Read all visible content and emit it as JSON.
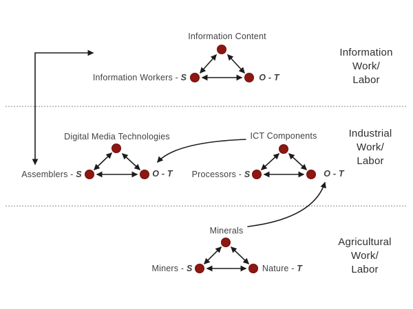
{
  "colors": {
    "background": "#ffffff",
    "node": "#8e1712",
    "node_border": "#6b0e0a",
    "arrow": "#1c1c1c",
    "separator": "#c2c2c2",
    "label_text": "#3f3f3f",
    "section_text": "#2d2d2d"
  },
  "sections": [
    {
      "id": "information",
      "lines": [
        "Information",
        "Work/",
        "Labor"
      ]
    },
    {
      "id": "industrial",
      "lines": [
        "Industrial",
        "Work/",
        "Labor"
      ]
    },
    {
      "id": "agricultural",
      "lines": [
        "Agricultural",
        "Work/",
        "Labor"
      ]
    }
  ],
  "triangles": [
    {
      "id": "information-content",
      "title": "Information Content",
      "left": {
        "pre": "Information Workers -",
        "em": " S"
      },
      "right": {
        "pre": "",
        "em": "O - T"
      }
    },
    {
      "id": "digital-media-technologies",
      "title": "Digital Media Technologies",
      "left": {
        "pre": "Assemblers -",
        "em": " S"
      },
      "right": {
        "pre": "",
        "em": "O - T"
      }
    },
    {
      "id": "ict-components",
      "title": "ICT Components",
      "left": {
        "pre": "Processors -",
        "em": " S"
      },
      "right": {
        "pre": "",
        "em": "O - T"
      }
    },
    {
      "id": "minerals",
      "title": "Minerals",
      "left": {
        "pre": "Miners -",
        "em": " S"
      },
      "right": {
        "pre": "Nature -",
        "em": " T"
      }
    }
  ]
}
